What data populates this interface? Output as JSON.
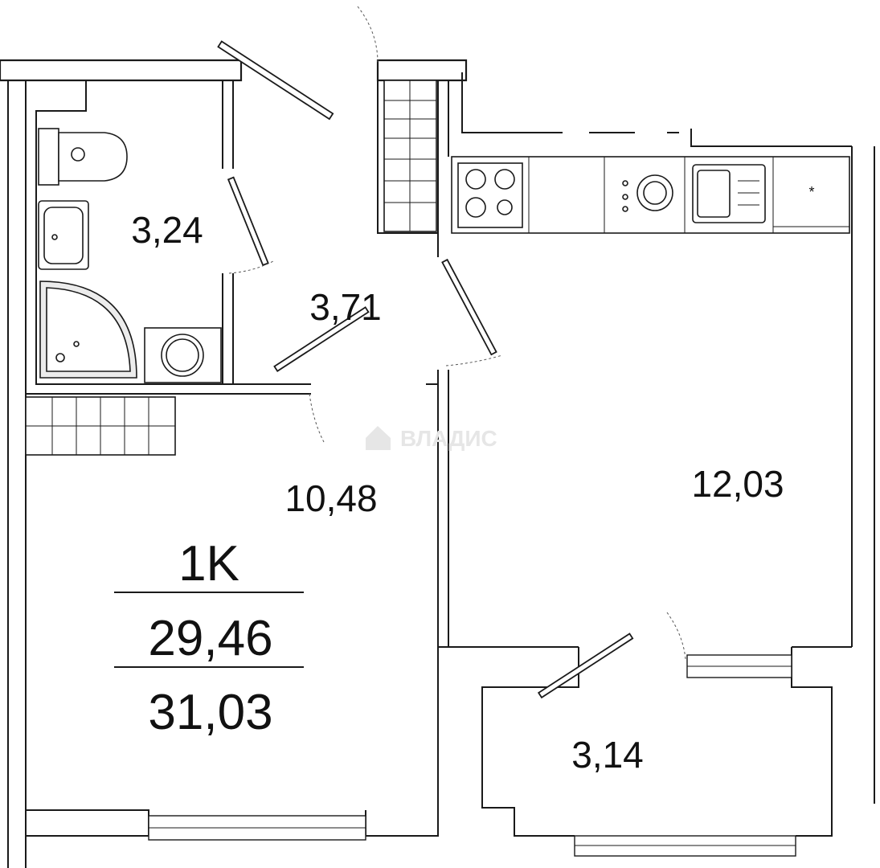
{
  "plan": {
    "type_label": "1K",
    "living_area": "29,46",
    "total_area": "31,03",
    "watermark": "ВЛАДИС",
    "rooms": [
      {
        "id": "bathroom",
        "area": "3,24"
      },
      {
        "id": "hallway",
        "area": "3,71"
      },
      {
        "id": "room",
        "area": "10,48"
      },
      {
        "id": "kitchen",
        "area": "12,03"
      },
      {
        "id": "balcony",
        "area": "3,14"
      }
    ]
  }
}
